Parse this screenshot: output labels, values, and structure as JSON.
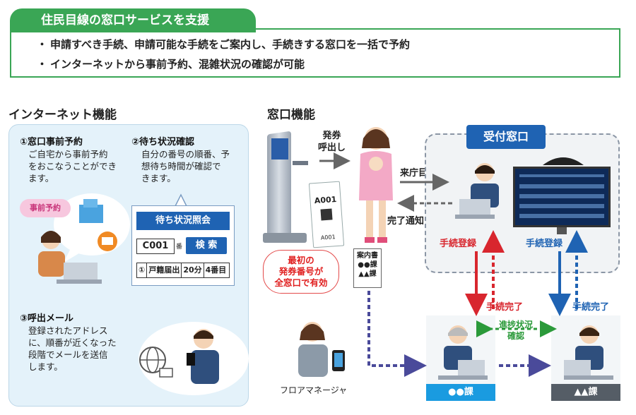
{
  "header": {
    "title": "住民目線の窓口サービスを支援",
    "bullets": [
      "申請すべき手続、申請可能な手続をご案内し、手続きする窓口を一括で予約",
      "インターネットから事前予約、混雑状況の確認が可能"
    ]
  },
  "internet": {
    "title": "インターネット機能",
    "feature1": {
      "title": "①窓口事前予約",
      "lines": [
        "ご自宅から事前予約",
        "をおこなうことができ",
        "ます。"
      ]
    },
    "feature2": {
      "title": "②待ち状況確認",
      "lines": [
        "自分の番号の順番、予",
        "想待ち時間が確認で",
        "きます。"
      ]
    },
    "feature3": {
      "title": "③呼出メール",
      "lines": [
        "登録されたアドレス",
        "に、順番が近くなった",
        "段階でメールを送信",
        "します。"
      ]
    },
    "pill_label": "事前予約",
    "wait_card": {
      "header": "待ち状況照会",
      "ticket_number": "C001",
      "ticket_suffix": "番",
      "search_button": "検 索",
      "result": {
        "seq": "①",
        "procedure": "戸籍届出",
        "wait": "20分",
        "position": "4番目"
      }
    }
  },
  "counter": {
    "title": "窓口機能",
    "issue_label": [
      "発券",
      "呼出し"
    ],
    "ticket_text": "A001",
    "ticket_small": "A001",
    "first_number_note": [
      "最初の",
      "発券番号が",
      "全窓口で有効"
    ],
    "guide_doc": [
      "案内書",
      "●●課",
      "▲▲課"
    ],
    "visit_purpose": "来庁目的",
    "completion_notice": "完了通知・案内",
    "floor_manager": "フロアマネージャ",
    "reception": {
      "title": "受付窓口",
      "register_red": "手続登録",
      "register_blue": "手続登録",
      "complete_red": "手続完了",
      "complete_blue": "手続完了",
      "progress": [
        "進捗状況",
        "確認"
      ]
    },
    "dept1": "●●課",
    "dept2": "▲▲課"
  },
  "colors": {
    "green": "#3aa655",
    "blue": "#1f63b3",
    "red": "#d8262e",
    "navy_dash": "#4a4a9a",
    "gray_dash": "#666666",
    "light_blue": "#1a9be0"
  }
}
